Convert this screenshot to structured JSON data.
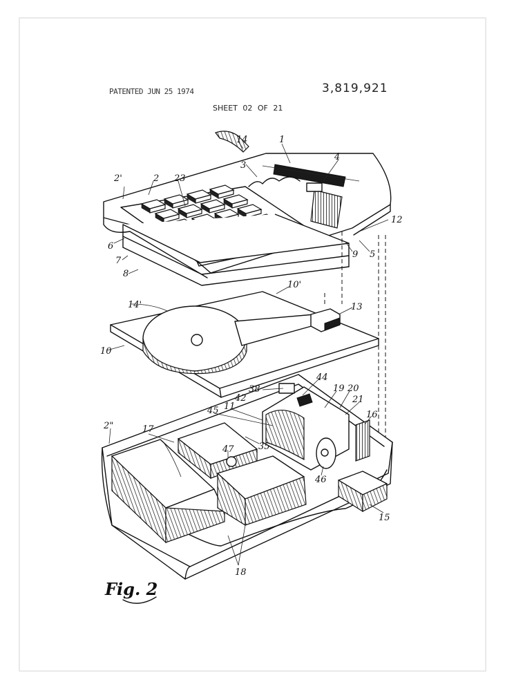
{
  "header": {
    "stamp": "PATENTED JUN 25 1974",
    "patent_number": "3,819,921",
    "sheet": "SHEET 02 OF 21"
  },
  "figure_label": "Fig. 2",
  "reference_numerals": [
    "14",
    "1",
    "3",
    "4",
    "2'",
    "2",
    "23",
    "12",
    "6",
    "7",
    "8",
    "9",
    "5",
    "10'",
    "14'",
    "13",
    "10",
    "38",
    "44",
    "19",
    "20",
    "42",
    "21",
    "11",
    "45",
    "16",
    "2\"",
    "17",
    "35",
    "47",
    "46",
    "15",
    "18"
  ],
  "colors": {
    "ink": "#111111",
    "paper": "#ffffff",
    "frame": "#f4f4f4"
  }
}
